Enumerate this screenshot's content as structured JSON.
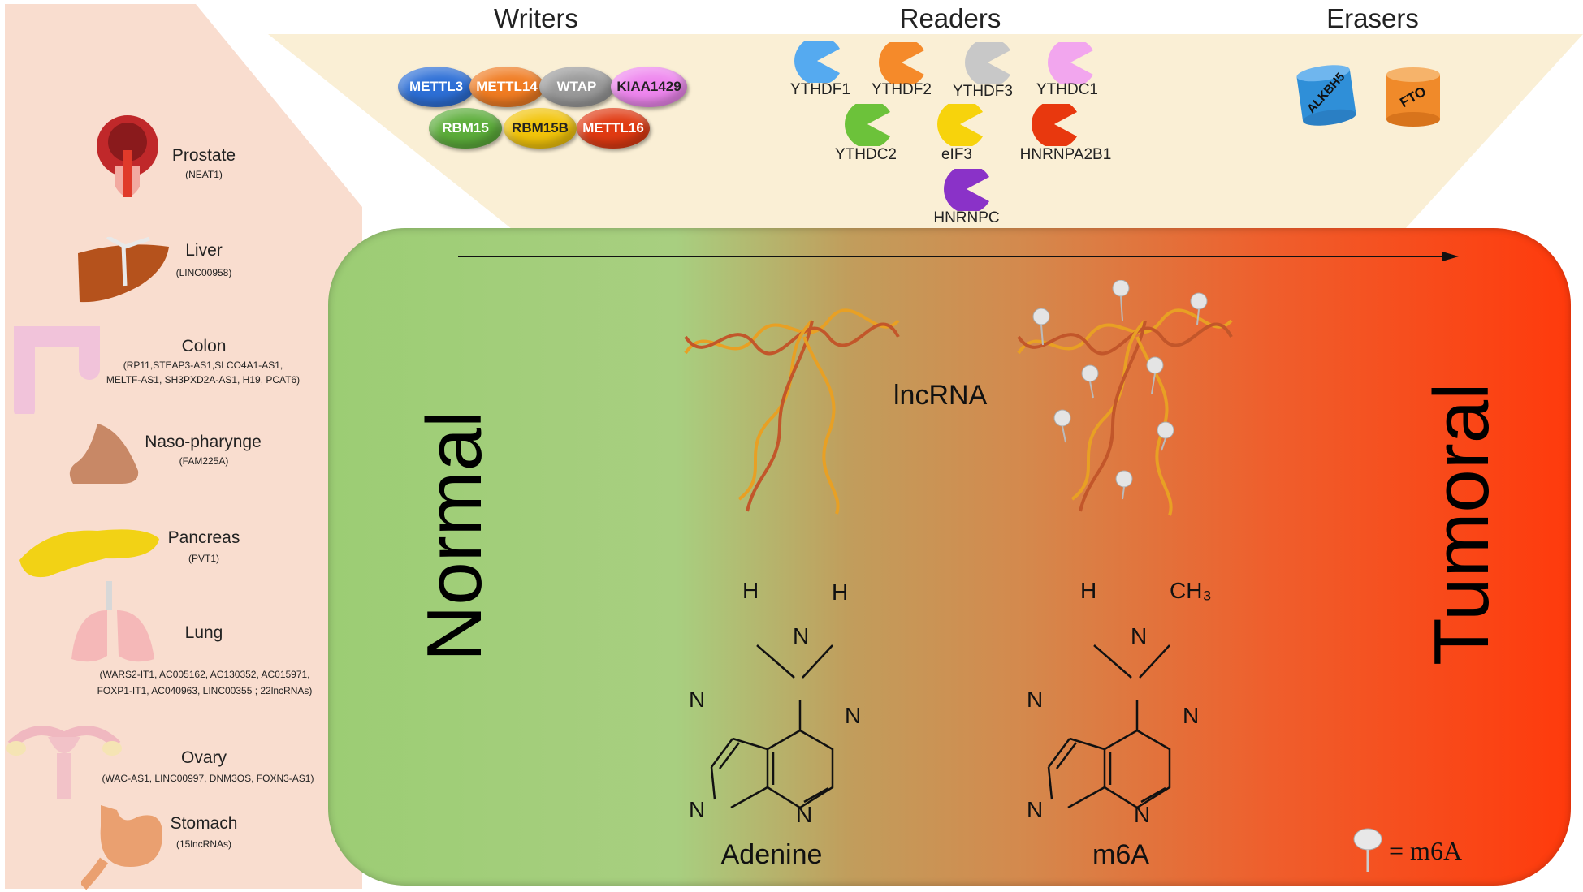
{
  "headers": {
    "writers": "Writers",
    "readers": "Readers",
    "erasers": "Erasers"
  },
  "writers": [
    {
      "label": "METTL3",
      "color": "#2d6fd6"
    },
    {
      "label": "METTL14",
      "color": "#f07c22"
    },
    {
      "label": "WTAP",
      "color": "#9a9a9a"
    },
    {
      "label": "KIAA1429",
      "color": "#ee86ee"
    },
    {
      "label": "RBM15",
      "color": "#5cad3a"
    },
    {
      "label": "RBM15B",
      "color": "#f2c40a"
    },
    {
      "label": "METTL16",
      "color": "#e03a12"
    }
  ],
  "readers": [
    {
      "label": "YTHDF1",
      "color": "#55aaf0"
    },
    {
      "label": "YTHDF2",
      "color": "#f58a2a"
    },
    {
      "label": "YTHDF3",
      "color": "#c8c8c8"
    },
    {
      "label": "YTHDC1",
      "color": "#f2a6ee"
    },
    {
      "label": "YTHDC2",
      "color": "#6cc23a"
    },
    {
      "label": "eIF3",
      "color": "#f7d30c"
    },
    {
      "label": "HNRNPA2B1",
      "color": "#e8380e"
    },
    {
      "label": "HNRNPC",
      "color": "#8a32c8"
    }
  ],
  "erasers": [
    {
      "label": "ALKBH5",
      "color": "#2f8fd8"
    },
    {
      "label": "FTO",
      "color": "#f08a2a"
    }
  ],
  "organs": [
    {
      "name": "Prostate",
      "genes": [
        "(NEAT1)"
      ]
    },
    {
      "name": "Liver",
      "genes": [
        "(LINC00958)"
      ]
    },
    {
      "name": "Colon",
      "genes": [
        "(RP11,STEAP3-AS1,SLCO4A1-AS1,",
        "MELTF-AS1, SH3PXD2A-AS1, H19, PCAT6)"
      ]
    },
    {
      "name": "Naso-pharynge",
      "genes": [
        "(FAM225A)"
      ]
    },
    {
      "name": "Pancreas",
      "genes": [
        "(PVT1)"
      ]
    },
    {
      "name": "Lung",
      "genes": [
        "(WARS2-IT1, AC005162, AC130352, AC015971,",
        "FOXP1-IT1, AC040963, LINC00355 ; 22lncRNAs)"
      ]
    },
    {
      "name": "Ovary",
      "genes": [
        "(WAC-AS1, LINC00997, DNM3OS, FOXN3-AS1)"
      ]
    },
    {
      "name": "Stomach",
      "genes": [
        "(15lncRNAs)"
      ]
    }
  ],
  "main": {
    "normal": "Normal",
    "tumoral": "Tumoral",
    "lncrna": "lncRNA",
    "adenine": {
      "title": "Adenine",
      "h_left": "H",
      "h_right": "H",
      "n": "N"
    },
    "m6a": {
      "title": "m6A",
      "h_left": "H",
      "ch3": "CH₃",
      "n": "N"
    },
    "legend": "= m6A"
  },
  "colors": {
    "panel_left": "#9ccd74",
    "panel_right": "#ff3a0c",
    "side_panel": "#f9ddcf",
    "top_funnel": "#faefd5"
  }
}
